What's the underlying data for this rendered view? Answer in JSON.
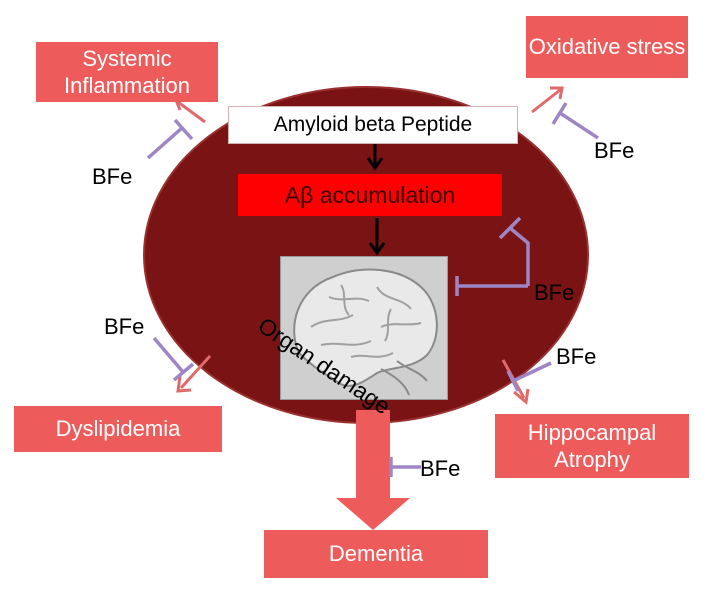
{
  "colors": {
    "ellipse": "#7a1414",
    "box": "#ee5b5b",
    "accumulation_box": "#ff0000",
    "inhibitor": "#9e86c6",
    "arrow": "#e06a6a"
  },
  "center": {
    "peptide": "Amyloid beta Peptide",
    "accumulation": "Aβ accumulation",
    "organ_damage": "Organ damage"
  },
  "outcomes": {
    "systemic_inflammation": "Systemic Inflammation",
    "oxidative_stress": "Oxidative stress",
    "dyslipidemia": "Dyslipidemia",
    "hippocampal_atrophy": "Hippocampal Atrophy",
    "dementia": "Dementia"
  },
  "inhibitor_label": "BFe"
}
